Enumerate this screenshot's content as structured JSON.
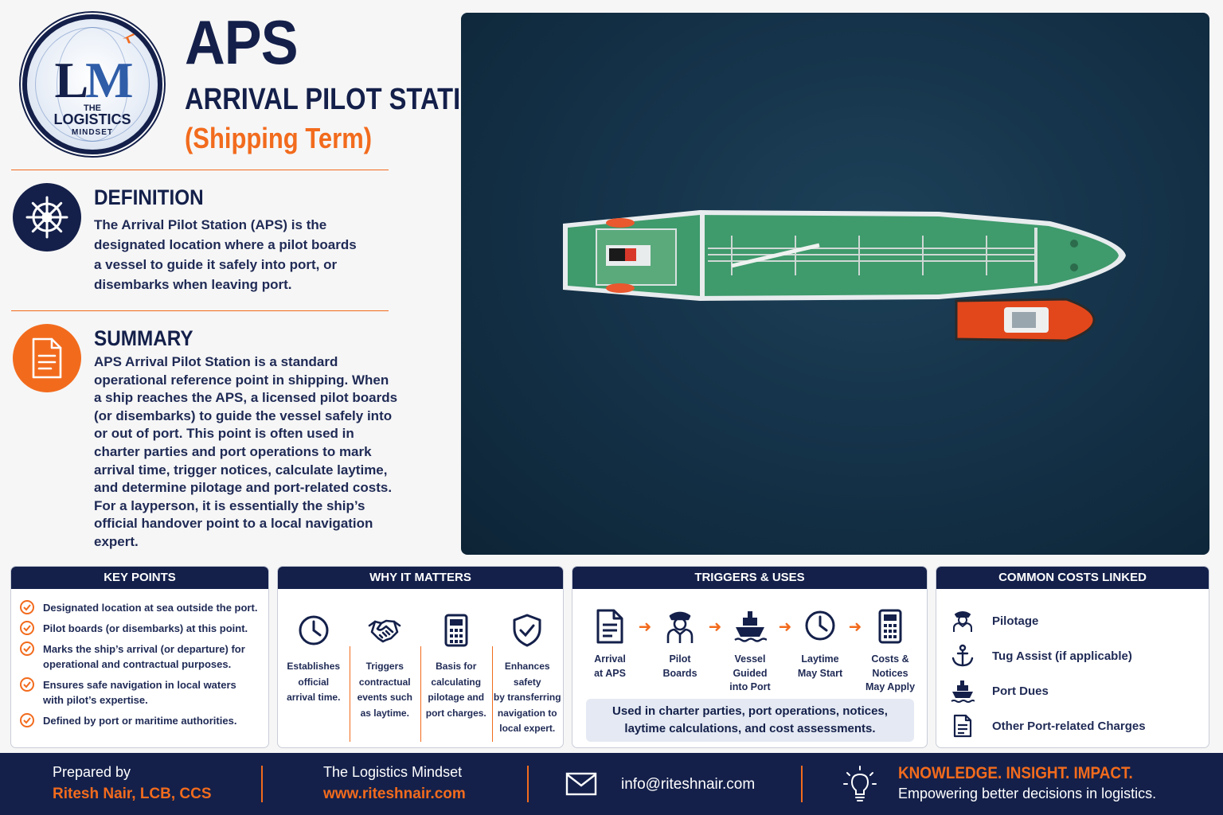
{
  "logo": {
    "initials_l": "L",
    "initials_m": "M",
    "line1": "THE",
    "line2": "LOGISTICS",
    "line3": "MINDSET"
  },
  "header": {
    "title": "APS",
    "subtitle": "ARRIVAL PILOT STATION",
    "tag": "(Shipping Term)"
  },
  "definition": {
    "heading": "DEFINITION",
    "lines": [
      "The Arrival Pilot Station (APS) is the",
      "designated location where a pilot boards",
      "a vessel to guide it safely into port, or",
      "disembarks when leaving port."
    ]
  },
  "summary": {
    "heading": "SUMMARY",
    "lines": [
      "APS Arrival Pilot Station is a standard",
      "operational reference point in shipping. When",
      "a ship reaches the APS, a licensed pilot boards",
      "(or disembarks) to guide the vessel safely into",
      "or out of port. This point is often used in",
      "charter parties and port operations to mark",
      "arrival time, trigger notices, calculate laytime,",
      "and determine pilotage and port-related costs.",
      "For a layperson, it is essentially the ship’s",
      "official handover point to a local navigation",
      "expert."
    ]
  },
  "key_points": {
    "title": "KEY POINTS",
    "items": [
      [
        "Designated location at sea outside the port."
      ],
      [
        "Pilot boards (or disembarks) at this point."
      ],
      [
        "Marks the ship’s arrival (or departure) for",
        "operational and contractual purposes."
      ],
      [
        "Ensures safe navigation in local waters",
        "with pilot’s expertise."
      ],
      [
        "Defined by port or maritime authorities."
      ]
    ]
  },
  "why_it_matters": {
    "title": "WHY IT MATTERS",
    "items": [
      {
        "icon": "clock-icon",
        "lines": [
          "Establishes",
          "official",
          "arrival time."
        ]
      },
      {
        "icon": "handshake-icon",
        "lines": [
          "Triggers",
          "contractual",
          "events such",
          "as laytime."
        ]
      },
      {
        "icon": "calculator-icon",
        "lines": [
          "Basis for",
          "calculating",
          "pilotage and",
          "port charges."
        ]
      },
      {
        "icon": "shield-check-icon",
        "lines": [
          "Enhances safety",
          "by transferring",
          "navigation to",
          "local expert."
        ]
      }
    ]
  },
  "triggers": {
    "title": "TRIGGERS & USES",
    "steps": [
      {
        "icon": "document-icon",
        "lines": [
          "Arrival",
          "at APS"
        ]
      },
      {
        "icon": "pilot-icon",
        "lines": [
          "Pilot",
          "Boards"
        ]
      },
      {
        "icon": "ship-icon",
        "lines": [
          "Vessel",
          "Guided",
          "into Port"
        ]
      },
      {
        "icon": "clock-icon",
        "lines": [
          "Laytime",
          "May Start"
        ]
      },
      {
        "icon": "calculator-icon",
        "lines": [
          "Costs &",
          "Notices",
          "May Apply"
        ]
      }
    ],
    "note_lines": [
      "Used in charter parties, port operations, notices,",
      "laytime calculations, and cost assessments."
    ]
  },
  "common_costs": {
    "title": "COMMON COSTS LINKED",
    "items": [
      {
        "icon": "pilot-icon",
        "label": "Pilotage"
      },
      {
        "icon": "anchor-icon",
        "label": "Tug Assist (if applicable)"
      },
      {
        "icon": "ship-icon",
        "label": "Port Dues"
      },
      {
        "icon": "document-icon",
        "label": "Other Port-related Charges"
      }
    ]
  },
  "footer": {
    "prepared_label": "Prepared by",
    "author": "Ritesh Nair, LCB, CCS",
    "brand": "The Logistics Mindset",
    "website": "www.riteshnair.com",
    "email": "info@riteshnair.com",
    "slogan": "KNOWLEDGE. INSIGHT. IMPACT.",
    "tagline": "Empowering better decisions in logistics."
  },
  "colors": {
    "navy": "#14204a",
    "orange": "#f26b1d",
    "sea": "#15334a",
    "deck_green": "#3f9a6c"
  }
}
